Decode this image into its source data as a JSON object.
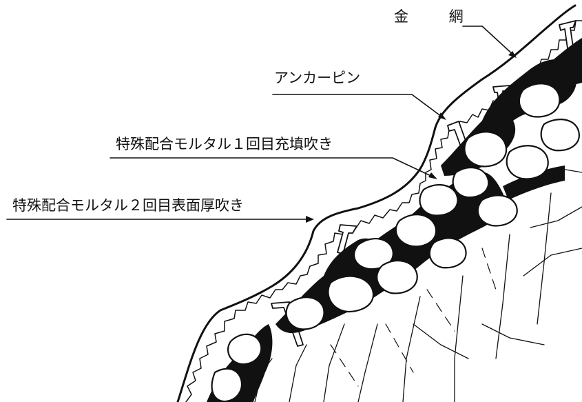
{
  "labels": {
    "wire_mesh": "金 網",
    "anchor_pin": "アンカーピン",
    "mortar_first_fill": "特殊配合モルタル１回目充填吹き",
    "mortar_second_surface": "特殊配合モルタル２回目表面厚吹き"
  },
  "colors": {
    "ink": "#111111",
    "background": "#ffffff"
  }
}
